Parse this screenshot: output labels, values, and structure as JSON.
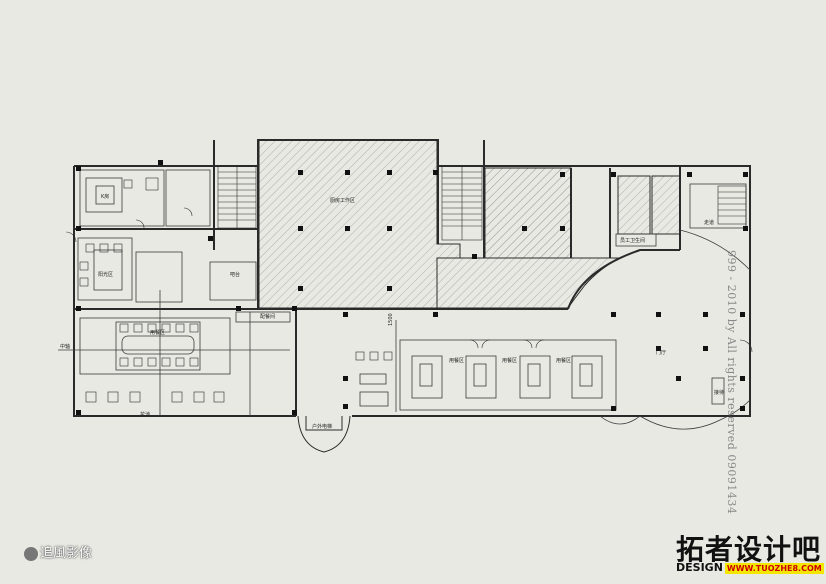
{
  "rooms": {
    "work_area": "厨房工作区",
    "sunroom": "阳光区",
    "bar": "吧台",
    "staff_area": "配餐间",
    "dining_hall": "用餐区",
    "private_room": "K房",
    "dining_a": "用餐区",
    "dining_b": "用餐区",
    "dining_c": "用餐区",
    "hall": "门厅",
    "counter": "接待",
    "lift": "户外电梯",
    "staff_room": "员工卫生间",
    "corridor": "走道",
    "flower": "花池",
    "side_note": "中轴",
    "dim": "1500"
  },
  "watermark": {
    "left": "追風影像",
    "vertical": "999 - 2010 by All rights reserved 09091434"
  },
  "brand": {
    "name": "拓者设计吧",
    "design": "DESIGN",
    "url": "WWW.TUOZHE8.COM"
  },
  "colors": {
    "line": "#2a2a2a",
    "hatch": "#9a9a9a",
    "bg": "#e9e9e3",
    "accent": "#f5e600"
  }
}
